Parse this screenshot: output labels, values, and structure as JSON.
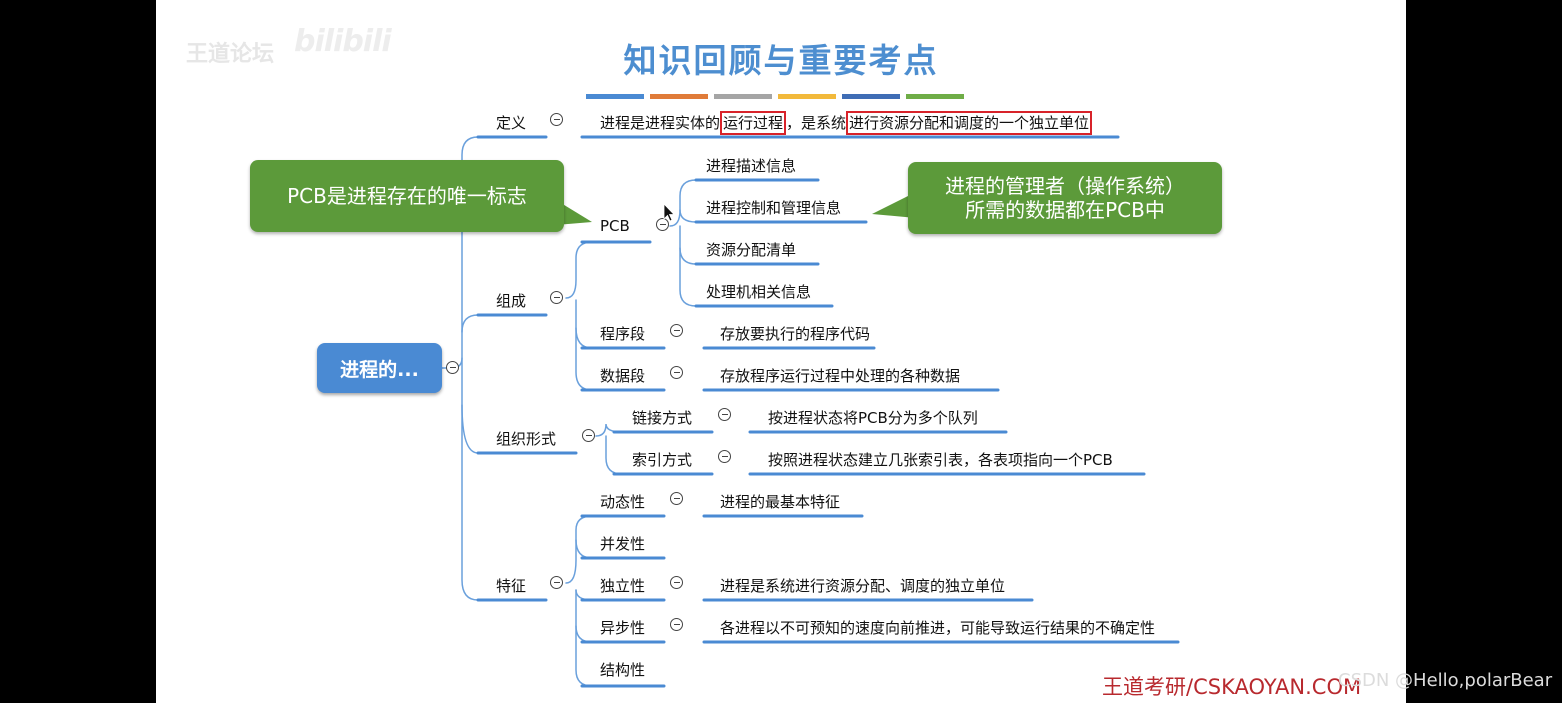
{
  "watermark": {
    "left": "王道论坛",
    "right": "bilibili"
  },
  "title": "知识回顾与重要考点",
  "title_bar_colors": [
    "#4a8ad3",
    "#e07b39",
    "#a5a5a5",
    "#f2b93b",
    "#3f6db5",
    "#6fad47"
  ],
  "colors": {
    "accent": "#4a8ad3",
    "callout": "#5c9a3a",
    "highlight": "#d8232a",
    "brand": "#b8292e"
  },
  "mindmap": {
    "root": "进程的...",
    "branches": {
      "definition": {
        "label": "定义",
        "text_parts": [
          "进程是进程实体的",
          "运行过程",
          "，是系统",
          "进行资源分配和调度的一个独立单位"
        ]
      },
      "composition": {
        "label": "组成",
        "pcb": {
          "label": "PCB",
          "items": [
            "进程描述信息",
            "进程控制和管理信息",
            "资源分配清单",
            "处理机相关信息"
          ]
        },
        "program_segment": {
          "label": "程序段",
          "desc": "存放要执行的程序代码"
        },
        "data_segment": {
          "label": "数据段",
          "desc": "存放程序运行过程中处理的各种数据"
        }
      },
      "organization": {
        "label": "组织形式",
        "link": {
          "label": "链接方式",
          "desc": "按进程状态将PCB分为多个队列"
        },
        "index": {
          "label": "索引方式",
          "desc": "按照进程状态建立几张索引表，各表项指向一个PCB"
        }
      },
      "features": {
        "label": "特征",
        "dynamic": {
          "label": "动态性",
          "desc": "进程的最基本特征"
        },
        "concurrent": {
          "label": "并发性"
        },
        "independent": {
          "label": "独立性",
          "desc": "进程是系统进行资源分配、调度的独立单位"
        },
        "async": {
          "label": "异步性",
          "desc": "各进程以不可预知的速度向前推进，可能导致运行结果的不确定性"
        },
        "structural": {
          "label": "结构性"
        }
      }
    }
  },
  "callouts": {
    "pcb_unique": "PCB是进程存在的唯一标志",
    "manager_line1": "进程的管理者（操作系统）",
    "manager_line2": "所需的数据都在PCB中"
  },
  "brand": "王道考研/CSKAOYAN.COM",
  "csdn": "CSDN @Hello,polarBear"
}
